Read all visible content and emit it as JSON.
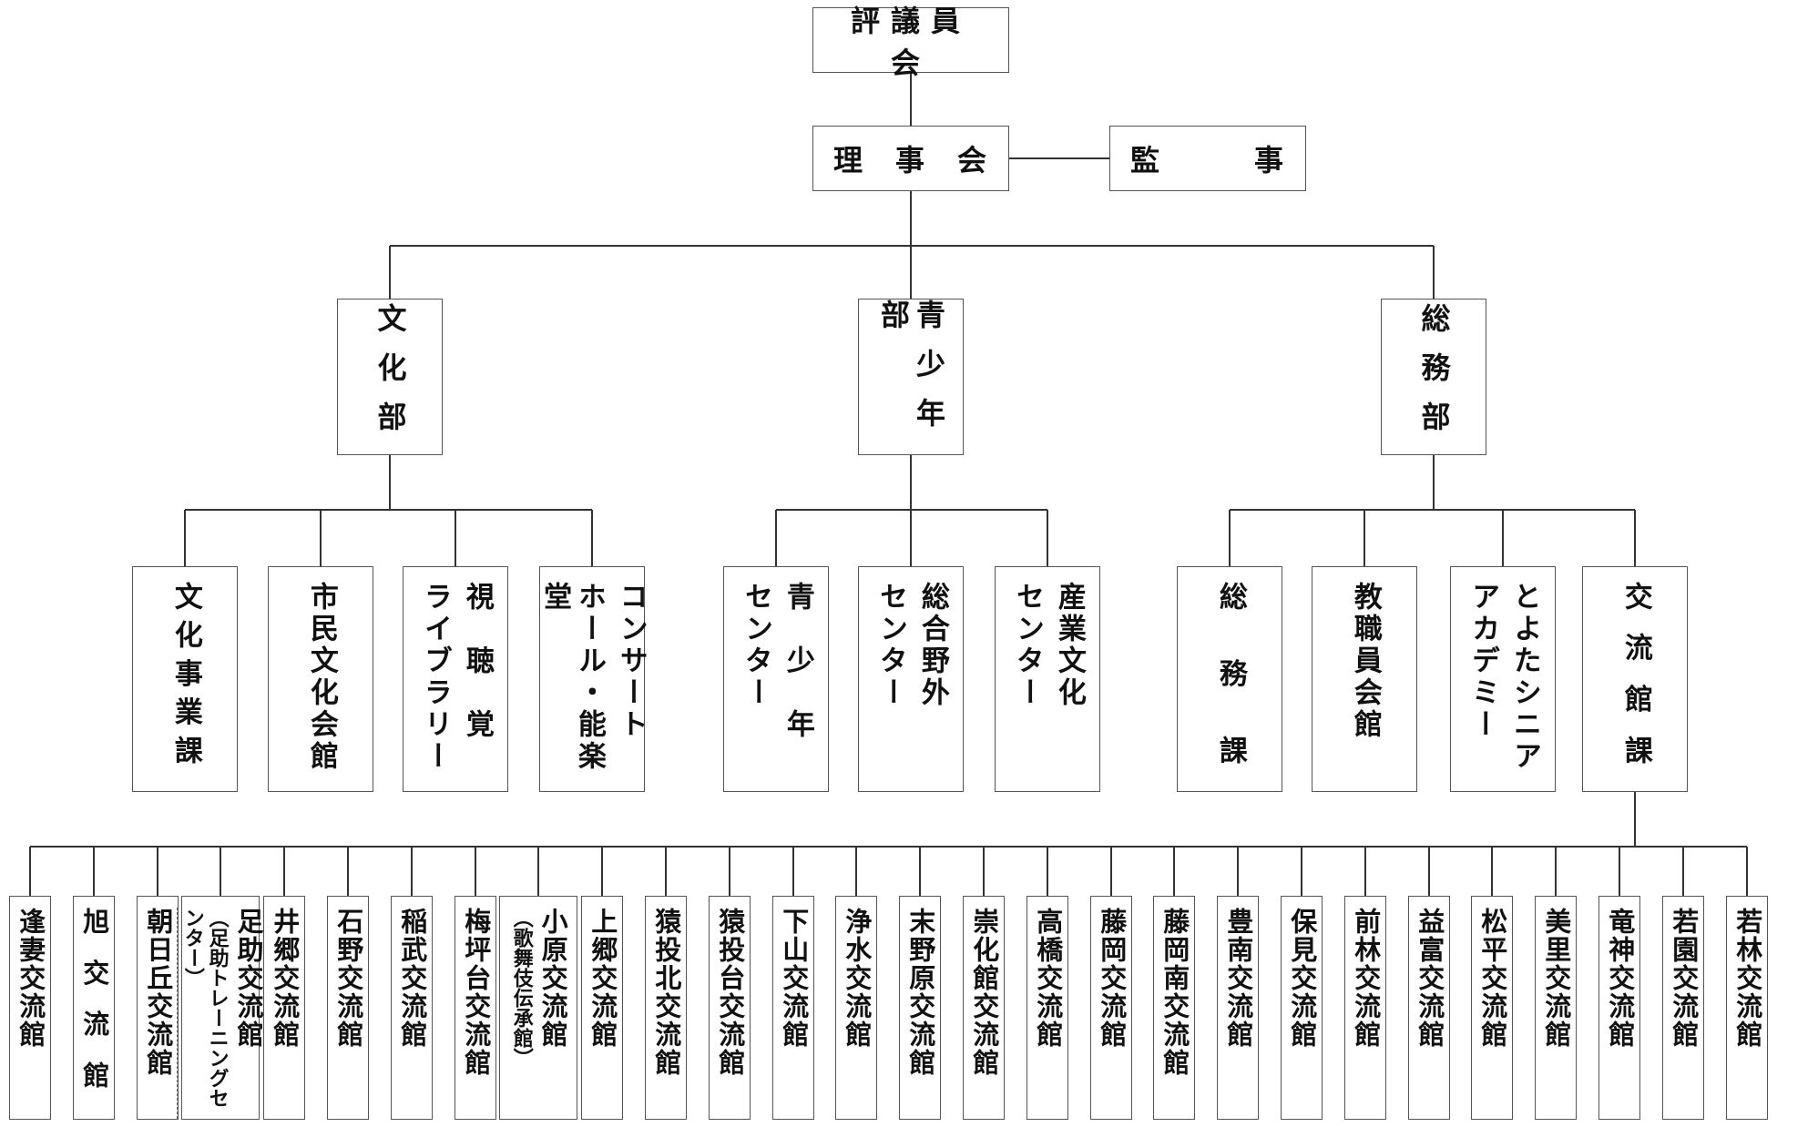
{
  "top": {
    "council": "評議員会",
    "board": [
      "理",
      "事",
      "会"
    ],
    "auditor": [
      "監",
      "事"
    ]
  },
  "departments": [
    {
      "label": "文化部"
    },
    {
      "label": "青少年部"
    },
    {
      "label": "総務部"
    }
  ],
  "units": [
    {
      "lines": [
        "文化事業課"
      ]
    },
    {
      "lines": [
        "市民文化会館"
      ]
    },
    {
      "lines": [
        "視　聴　覚",
        "ライブラリー"
      ]
    },
    {
      "lines": [
        "コンサート",
        "ホール・能楽堂"
      ]
    },
    {
      "lines": [
        "青　少　年",
        "センター"
      ]
    },
    {
      "lines": [
        "総合野外",
        "センター"
      ]
    },
    {
      "lines": [
        "産業文化",
        "センター"
      ]
    },
    {
      "lines": [
        "総務課"
      ]
    },
    {
      "lines": [
        "教職員会館"
      ]
    },
    {
      "lines": [
        "とよたシニア",
        "アカデミー"
      ]
    },
    {
      "lines": [
        "交流館課"
      ]
    }
  ],
  "halls": [
    {
      "lines": [
        "逢妻交流館"
      ]
    },
    {
      "lines": [
        "旭交流館"
      ]
    },
    {
      "lines": [
        "朝日丘交流館"
      ]
    },
    {
      "lines": [
        "足助交流館",
        "（足助トレーニングセンター）"
      ]
    },
    {
      "lines": [
        "井郷交流館"
      ]
    },
    {
      "lines": [
        "石野交流館"
      ]
    },
    {
      "lines": [
        "稲武交流館"
      ]
    },
    {
      "lines": [
        "梅坪台交流館"
      ]
    },
    {
      "lines": [
        "小原交流館",
        "（歌舞伎伝承館）"
      ]
    },
    {
      "lines": [
        "上郷交流館"
      ]
    },
    {
      "lines": [
        "猿投北交流館"
      ]
    },
    {
      "lines": [
        "猿投台交流館"
      ]
    },
    {
      "lines": [
        "下山交流館"
      ]
    },
    {
      "lines": [
        "浄水交流館"
      ]
    },
    {
      "lines": [
        "末野原交流館"
      ]
    },
    {
      "lines": [
        "崇化館交流館"
      ]
    },
    {
      "lines": [
        "高橋交流館"
      ]
    },
    {
      "lines": [
        "藤岡交流館"
      ]
    },
    {
      "lines": [
        "藤岡南交流館"
      ]
    },
    {
      "lines": [
        "豊南交流館"
      ]
    },
    {
      "lines": [
        "保見交流館"
      ]
    },
    {
      "lines": [
        "前林交流館"
      ]
    },
    {
      "lines": [
        "益富交流館"
      ]
    },
    {
      "lines": [
        "松平交流館"
      ]
    },
    {
      "lines": [
        "美里交流館"
      ]
    },
    {
      "lines": [
        "竜神交流館"
      ]
    },
    {
      "lines": [
        "若園交流館"
      ]
    },
    {
      "lines": [
        "若林交流館"
      ]
    }
  ]
}
